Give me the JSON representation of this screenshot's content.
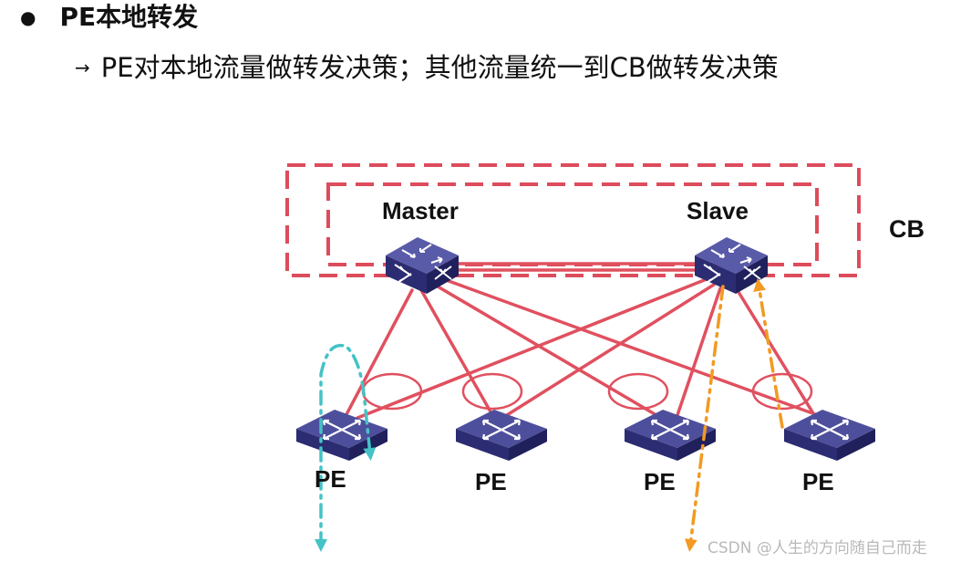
{
  "slide": {
    "bullet": "●",
    "title": "PE本地转发",
    "sub_arrow": "→",
    "subtitle": "PE对本地流量做转发决策；其他流量统一到CB做转发决策"
  },
  "diagram": {
    "cb_label": "CB",
    "master_label": "Master",
    "slave_label": "Slave",
    "pe_labels": [
      "PE",
      "PE",
      "PE",
      "PE"
    ]
  },
  "watermark": "CSDN @人生的方向随自己而走",
  "colors": {
    "link_red": "#e0505f",
    "dash_red": "#dd4c5c",
    "switch_top": "#4e4f9c",
    "switch_front": "#2c2c72",
    "switch_side": "#20205c",
    "local_flow": "#45c2c6",
    "cb_flow": "#f29a22"
  },
  "icons": {
    "master": "core-switch-icon",
    "slave": "core-switch-icon",
    "pe": "access-switch-icon"
  }
}
